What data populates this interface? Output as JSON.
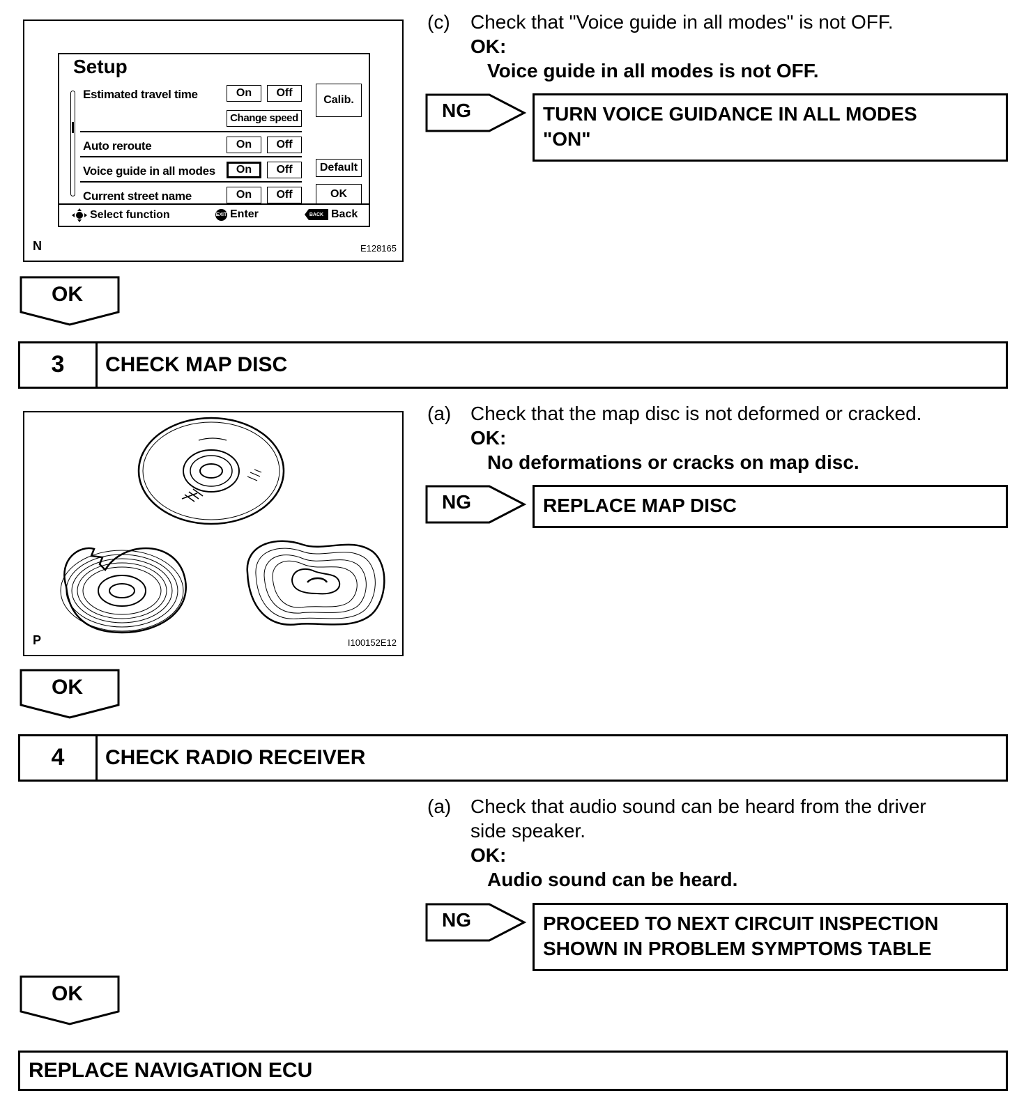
{
  "section_c": {
    "figure": {
      "title": "Setup",
      "rows": [
        {
          "label": "Estimated travel time",
          "on": "On",
          "off": "Off"
        },
        {
          "label": "Auto reroute",
          "on": "On",
          "off": "Off"
        },
        {
          "label": "Voice guide in all modes",
          "on": "On",
          "off": "Off"
        },
        {
          "label": "Current street name",
          "on": "On",
          "off": "Off"
        }
      ],
      "change_speed": "Change speed",
      "calib": "Calib.",
      "default": "Default",
      "ok": "OK",
      "footer": {
        "select": "Select function",
        "enter": "Enter",
        "back": "Back",
        "exit_icon": "EXIT",
        "back_icon": "BACK"
      },
      "letter": "N",
      "code": "E128165"
    },
    "label": "(c)",
    "check": "Check that \"Voice guide in all modes\" is not OFF.",
    "ok_label": "OK:",
    "spec": "Voice guide in all modes is not OFF.",
    "ng": "NG",
    "result": "TURN VOICE GUIDANCE IN ALL MODES\n\"ON\""
  },
  "ok_arrow": "OK",
  "step3": {
    "number": "3",
    "title": "CHECK MAP DISC",
    "figure": {
      "letter": "P",
      "code": "I100152E12"
    },
    "label": "(a)",
    "check": "Check that the map disc is not deformed or cracked.",
    "ok_label": "OK:",
    "spec": "No deformations or cracks on map disc.",
    "ng": "NG",
    "result": "REPLACE MAP DISC"
  },
  "step4": {
    "number": "4",
    "title": "CHECK RADIO RECEIVER",
    "label": "(a)",
    "check_line1": "Check that audio sound can be heard from the driver",
    "check_line2": "side speaker.",
    "ok_label": "OK:",
    "spec": "Audio sound can be heard.",
    "ng": "NG",
    "result": "PROCEED TO NEXT CIRCUIT INSPECTION\nSHOWN IN PROBLEM SYMPTOMS TABLE"
  },
  "final": "REPLACE NAVIGATION ECU"
}
